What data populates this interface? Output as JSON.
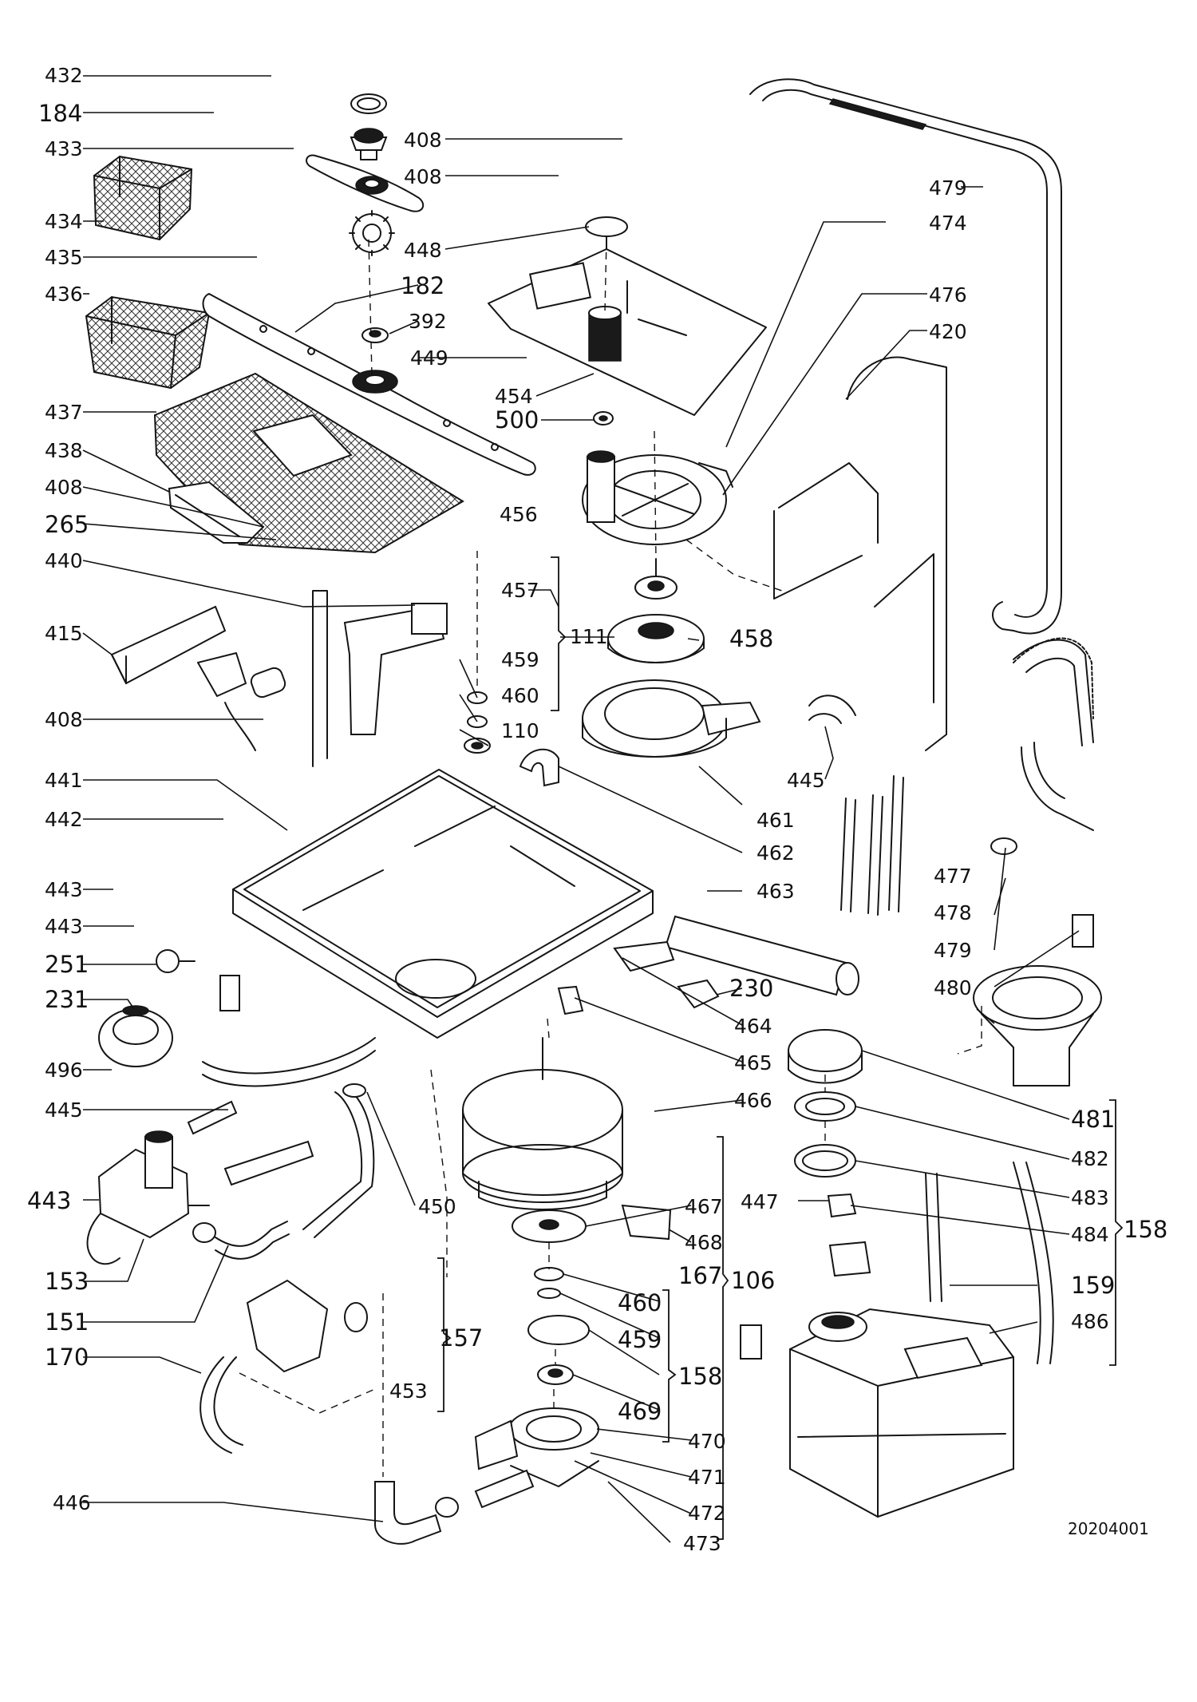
{
  "diagram": {
    "reference_code": "20204001",
    "labels": [
      {
        "id": "l432",
        "text": "432"
      },
      {
        "id": "l184",
        "text": "184"
      },
      {
        "id": "l433",
        "text": "433"
      },
      {
        "id": "l434",
        "text": "434"
      },
      {
        "id": "l435",
        "text": "435"
      },
      {
        "id": "l436",
        "text": "436"
      },
      {
        "id": "l437",
        "text": "437"
      },
      {
        "id": "l438",
        "text": "438"
      },
      {
        "id": "l408a",
        "text": "408"
      },
      {
        "id": "l265",
        "text": "265"
      },
      {
        "id": "l440",
        "text": "440"
      },
      {
        "id": "l415",
        "text": "415"
      },
      {
        "id": "l408b",
        "text": "408"
      },
      {
        "id": "l441",
        "text": "441"
      },
      {
        "id": "l442",
        "text": "442"
      },
      {
        "id": "l443a",
        "text": "443"
      },
      {
        "id": "l443b",
        "text": "443"
      },
      {
        "id": "l251",
        "text": "251"
      },
      {
        "id": "l231",
        "text": "231"
      },
      {
        "id": "l496",
        "text": "496"
      },
      {
        "id": "l445a",
        "text": "445"
      },
      {
        "id": "l443c",
        "text": "443"
      },
      {
        "id": "l153",
        "text": "153"
      },
      {
        "id": "l151",
        "text": "151"
      },
      {
        "id": "l170",
        "text": "170"
      },
      {
        "id": "l446",
        "text": "446"
      },
      {
        "id": "l408c",
        "text": "408"
      },
      {
        "id": "l408d",
        "text": "408"
      },
      {
        "id": "l448",
        "text": "448"
      },
      {
        "id": "l182",
        "text": "182"
      },
      {
        "id": "l392",
        "text": "392"
      },
      {
        "id": "l449",
        "text": "449"
      },
      {
        "id": "l454",
        "text": "454"
      },
      {
        "id": "l500",
        "text": "500"
      },
      {
        "id": "l456",
        "text": "456"
      },
      {
        "id": "l457",
        "text": "457"
      },
      {
        "id": "l111",
        "text": "111"
      },
      {
        "id": "l459a",
        "text": "459"
      },
      {
        "id": "l460a",
        "text": "460"
      },
      {
        "id": "l110",
        "text": "110"
      },
      {
        "id": "l458",
        "text": "458"
      },
      {
        "id": "l461",
        "text": "461"
      },
      {
        "id": "l462",
        "text": "462"
      },
      {
        "id": "l463",
        "text": "463"
      },
      {
        "id": "l230",
        "text": "230"
      },
      {
        "id": "l464",
        "text": "464"
      },
      {
        "id": "l465",
        "text": "465"
      },
      {
        "id": "l466",
        "text": "466"
      },
      {
        "id": "l467",
        "text": "467"
      },
      {
        "id": "l468",
        "text": "468"
      },
      {
        "id": "l450",
        "text": "450"
      },
      {
        "id": "l157",
        "text": "157"
      },
      {
        "id": "l453",
        "text": "453"
      },
      {
        "id": "l460b",
        "text": "460"
      },
      {
        "id": "l459b",
        "text": "459"
      },
      {
        "id": "l158a",
        "text": "158"
      },
      {
        "id": "l469",
        "text": "469"
      },
      {
        "id": "l470",
        "text": "470"
      },
      {
        "id": "l471",
        "text": "471"
      },
      {
        "id": "l472",
        "text": "472"
      },
      {
        "id": "l473",
        "text": "473"
      },
      {
        "id": "l167",
        "text": "167"
      },
      {
        "id": "l106",
        "text": "106"
      },
      {
        "id": "l479a",
        "text": "479"
      },
      {
        "id": "l474",
        "text": "474"
      },
      {
        "id": "l476",
        "text": "476"
      },
      {
        "id": "l420",
        "text": "420"
      },
      {
        "id": "l445b",
        "text": "445"
      },
      {
        "id": "l477",
        "text": "477"
      },
      {
        "id": "l478",
        "text": "478"
      },
      {
        "id": "l479b",
        "text": "479"
      },
      {
        "id": "l480",
        "text": "480"
      },
      {
        "id": "l481",
        "text": "481"
      },
      {
        "id": "l482",
        "text": "482"
      },
      {
        "id": "l483",
        "text": "483"
      },
      {
        "id": "l447",
        "text": "447"
      },
      {
        "id": "l484",
        "text": "484"
      },
      {
        "id": "l158b",
        "text": "158"
      },
      {
        "id": "l159",
        "text": "159"
      },
      {
        "id": "l486",
        "text": "486"
      }
    ]
  }
}
